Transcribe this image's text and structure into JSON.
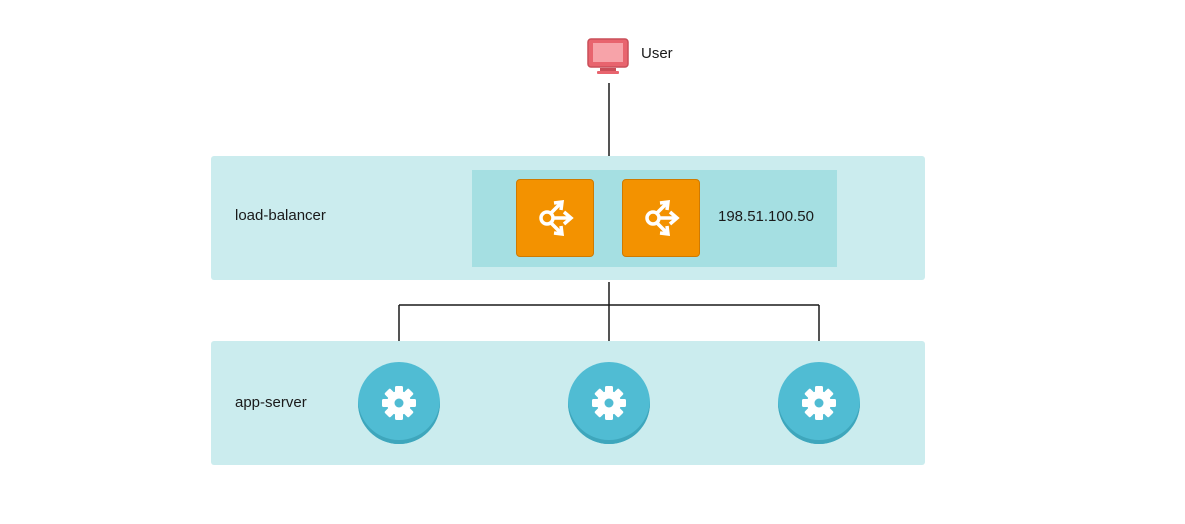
{
  "user": {
    "label": "User",
    "icon": "monitor-icon",
    "color": "#e8646e"
  },
  "tiers": {
    "load_balancer": {
      "label": "load-balancer",
      "ip": "198.51.100.50",
      "node_icon": "load-balancer-icon",
      "node_count": 2,
      "color": "#f39200"
    },
    "app_server": {
      "label": "app-server",
      "node_icon": "gear-icon",
      "node_count": 3,
      "color": "#50bcd3"
    }
  },
  "colors": {
    "tier_background": "#cbecee",
    "lb_group_background": "#a5dfe2",
    "connector": "#1a1a1a"
  }
}
